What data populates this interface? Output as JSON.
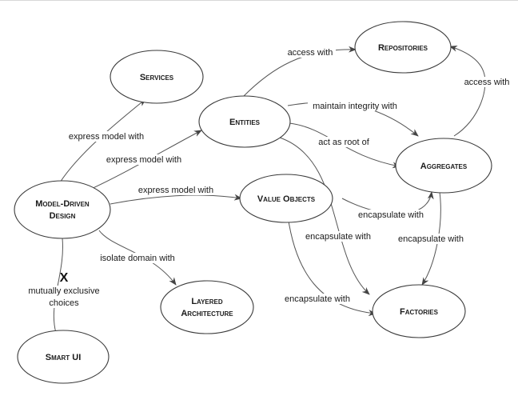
{
  "nodes": {
    "services": {
      "label": "Services"
    },
    "entities": {
      "label": "Entities"
    },
    "repositories": {
      "label": "Repositories"
    },
    "aggregates": {
      "label": "Aggregates"
    },
    "model_driven_design": {
      "label_line1": "Model-Driven",
      "label_line2": "Design"
    },
    "value_objects": {
      "label": "Value Objects"
    },
    "layered_architecture": {
      "label_line1": "Layered",
      "label_line2": "Architecture"
    },
    "factories": {
      "label": "Factories"
    },
    "smart_ui": {
      "label": "Smart UI"
    }
  },
  "edges": {
    "mdd_services": "express model with",
    "mdd_entities": "express model with",
    "mdd_value_objects": "express model with",
    "mdd_layered": "isolate domain with",
    "entities_repositories": "access with",
    "entities_aggregates_integrity": "maintain integrity with",
    "entities_aggregates_root": "act as root of",
    "entities_factories": "encapsulate with",
    "aggregates_repositories": "access with",
    "value_objects_aggregates": "encapsulate with",
    "value_objects_factories": "encapsulate with",
    "aggregates_factories": "encapsulate with"
  },
  "exclusion": {
    "mark": "X",
    "line1": "mutually exclusive",
    "line2": "choices"
  }
}
